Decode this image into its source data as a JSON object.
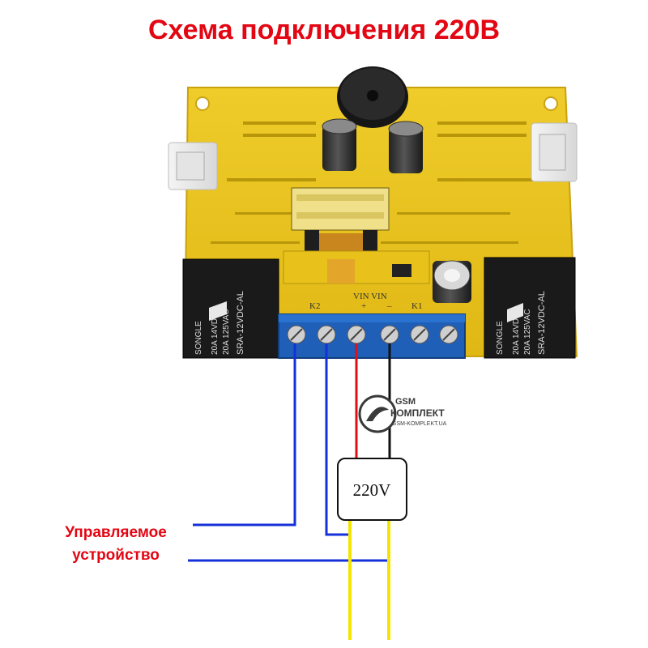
{
  "title": "Схема подключения 220В",
  "device_label": {
    "line1": "Управляемое",
    "line2": "устройство"
  },
  "power_box_label": "220V",
  "terminals": {
    "k2": "K2",
    "vin": "VIN VIN",
    "plus": "+",
    "minus": "–",
    "k1": "K1"
  },
  "relays": {
    "brand": "SONGLE",
    "rating1": "20A 14VDC",
    "rating2": "20A 125VAC",
    "model": "SRA-12VDC-AL"
  },
  "watermark": {
    "line1": "GSM",
    "line2": "КОМПЛЕКТ",
    "line3": "GSM-KOMPLEKT.UA"
  },
  "colors": {
    "title": "#e30613",
    "board": "#e8c21a",
    "terminal_block": "#1f5fb8",
    "wire_blue": "#1530d8",
    "wire_red": "#e01010",
    "wire_black": "#111111",
    "wire_yellow": "#f4e500",
    "relay": "#1a1a1a"
  }
}
